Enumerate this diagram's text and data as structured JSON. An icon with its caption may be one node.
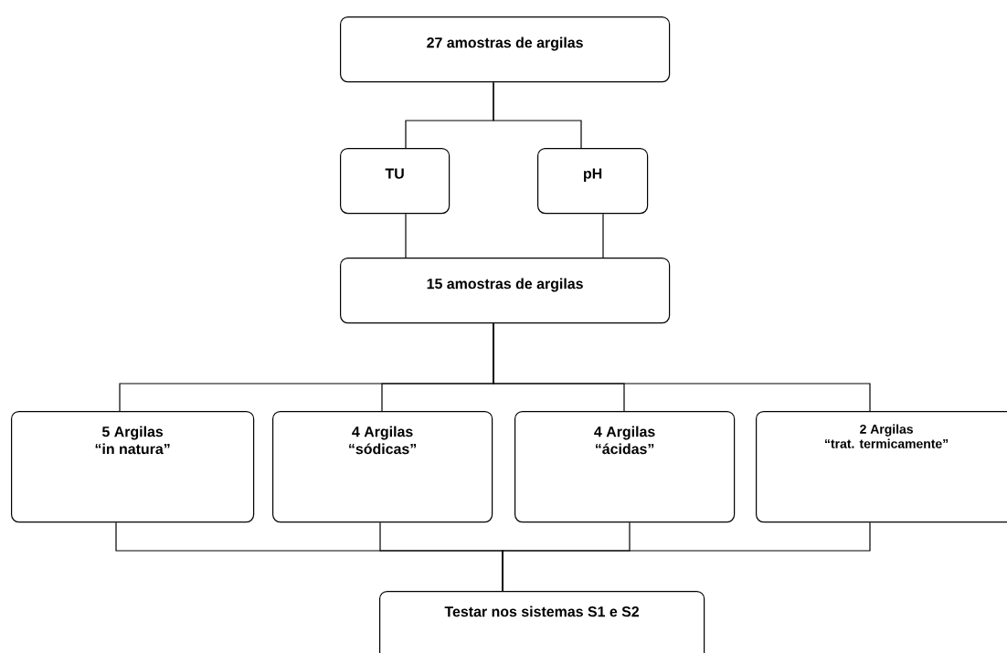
{
  "diagram": {
    "nodes": [
      {
        "text": [
          "27 amostras de argilas"
        ]
      },
      {
        "text": [
          "TU"
        ]
      },
      {
        "text": [
          "pH"
        ]
      },
      {
        "text": [
          "15 amostras de argilas"
        ]
      },
      {
        "text": [
          "5 Argilas",
          "“in natura”"
        ]
      },
      {
        "text": [
          "4 Argilas",
          "“sódicas”"
        ]
      },
      {
        "text": [
          "4 Argilas",
          "“ácidas”"
        ]
      },
      {
        "text": [
          "2 Argilas",
          "“trat. termicamente”"
        ]
      },
      {
        "text": [
          "Testar nos sistemas S1 e S2"
        ]
      }
    ],
    "edges": [
      {
        "from": 0,
        "to": 1,
        "arrow": "none"
      },
      {
        "from": 0,
        "to": 2,
        "arrow": "none"
      },
      {
        "from": 1,
        "to": 3,
        "arrow": "none"
      },
      {
        "from": 2,
        "to": 3,
        "arrow": "none"
      },
      {
        "from": 3,
        "to": 4,
        "arrow": "none"
      },
      {
        "from": 3,
        "to": 5,
        "arrow": "none"
      },
      {
        "from": 3,
        "to": 6,
        "arrow": "none"
      },
      {
        "from": 3,
        "to": 7,
        "arrow": "none"
      },
      {
        "from": 4,
        "to": 8,
        "arrow": "none"
      },
      {
        "from": 5,
        "to": 8,
        "arrow": "none"
      },
      {
        "from": 6,
        "to": 8,
        "arrow": "none"
      },
      {
        "from": 7,
        "to": 8,
        "arrow": "none"
      }
    ]
  }
}
